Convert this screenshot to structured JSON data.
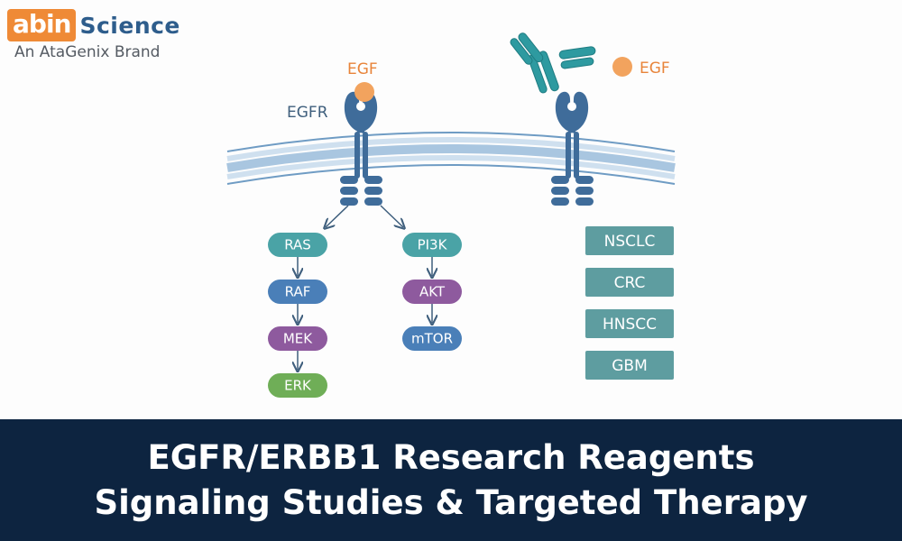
{
  "logo": {
    "brand_short": "abin",
    "brand_word": "Science",
    "tagline": "An AtaGenix Brand"
  },
  "diagram": {
    "labels": {
      "egf_left": "EGF",
      "egfr": "EGFR",
      "egf_right": "EGF"
    },
    "ras_pathway": [
      "RAS",
      "RAF",
      "MEK",
      "ERK"
    ],
    "pi3k_pathway": [
      "PI3K",
      "AKT",
      "mTOR"
    ],
    "cancers": [
      "NSCLC",
      "CRC",
      "HNSCC",
      "GBM"
    ],
    "colors": {
      "receptor": "#3f6c9a",
      "egf_ligand": "#f2a35e",
      "antibody": "#2e9aa0",
      "membrane": "#a9c6e0",
      "ras": "#4aa3a6",
      "raf": "#4a7fb8",
      "mek": "#8e5a9e",
      "erk": "#6fae57",
      "cancer_box": "#5e9da0",
      "label": "#3f5f7d",
      "egf_label": "#e8843a",
      "arrow": "#3f5f7d",
      "banner": "#0d2440"
    }
  },
  "banner": {
    "line1": "EGFR/ERBB1 Research Reagents",
    "line2": "Signaling Studies & Targeted Therapy"
  }
}
